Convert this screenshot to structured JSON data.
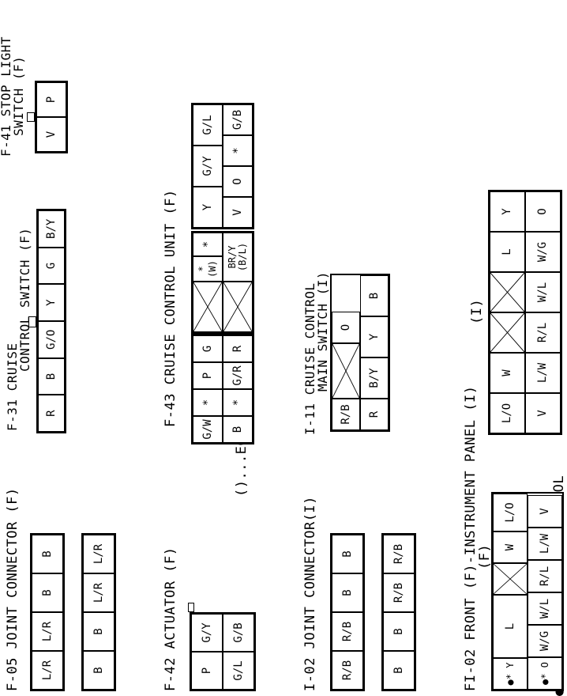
{
  "labels": {
    "f05": "F-05 JOINT CONNECTOR (F)",
    "f42": "F-42 ACTUATOR (F)",
    "i02": "I-02 JOINT CONNECTOR(I)",
    "fi02_line1": "FI-02 FRONT (F)-INSTRUMENT PANEL (I)",
    "fi02_line2": "(F)",
    "fi02_right": "(I)",
    "f43": "F-43 CRUISE CONTROL UNIT (F)",
    "f43_note": "()...EC-AT",
    "f31_line1": "F-31 CRUISE",
    "f31_line2": "CONTROL SWITCH (F)",
    "i11_line1": "I-11 CRUISE CONTROL",
    "i11_line2": "MAIN SWITCH (I)",
    "f41_line1": "F-41 STOP LIGHT",
    "f41_line2": "SWITCH (F)",
    "footnote": "●...WITHOUT CRUISE CONTROL"
  },
  "f05": {
    "a": [
      [
        "L/R",
        "L/R",
        "B",
        "B"
      ]
    ],
    "b": [
      [
        "B",
        "B",
        "L/R",
        "L/R"
      ]
    ]
  },
  "f42": [
    [
      "P",
      "G/Y"
    ],
    [
      "G/L",
      "G/B"
    ]
  ],
  "i02": {
    "a": [
      [
        "R/B",
        "R/B",
        "B",
        "B"
      ]
    ],
    "b": [
      [
        "B",
        "B",
        "R/B",
        "R/B"
      ]
    ]
  },
  "fi02_left": {
    "top": [
      "●* Y",
      "L",
      "",
      "W",
      "L/O"
    ],
    "bottom": [
      "●* O",
      "W/G",
      "W/L",
      "R/L",
      "L/W",
      "V"
    ]
  },
  "fi02_right": {
    "top": [
      "L/O",
      "W",
      "",
      "",
      "L",
      "Y"
    ],
    "bottom": [
      "V",
      "L/W",
      "R/L",
      "W/L",
      "W/G",
      "O"
    ]
  },
  "f43": {
    "left_top": [
      "G/W",
      "*",
      "P",
      "G"
    ],
    "left_bottom": [
      "B",
      "*",
      "G/R",
      "R"
    ],
    "mid_top": [
      "*",
      "BR/Y",
      "*"
    ],
    "mid_top2": [
      "(W)",
      "(B/L)"
    ],
    "right_top": [
      "Y",
      "G/Y",
      "G/L"
    ],
    "right_bottom": [
      "V",
      "O",
      "*",
      "G/B"
    ]
  },
  "f31": [
    "R",
    "B",
    "G/O",
    "Y",
    "G",
    "B/Y"
  ],
  "i11": {
    "left": [
      "R/B",
      "R"
    ],
    "right_top": [
      "",
      "O"
    ],
    "right_bottom": [
      "B/Y",
      "Y",
      "B"
    ]
  },
  "f41": [
    "V",
    "P"
  ]
}
